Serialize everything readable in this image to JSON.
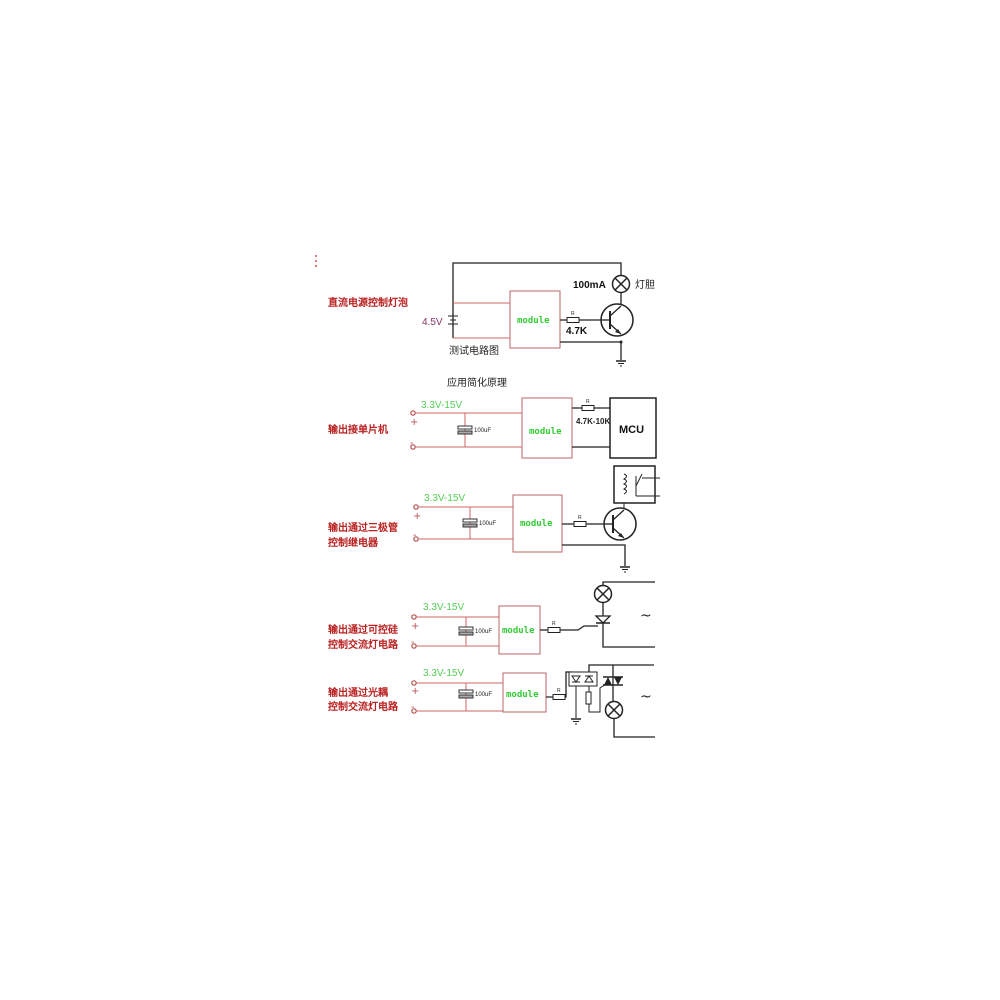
{
  "test_circuit": {
    "title_label": "直流电源控制灯泡",
    "voltage": "4.5V",
    "module_label": "module",
    "resistor_label": "R",
    "resistor_value": "4.7K",
    "lamp_current": "100mA",
    "lamp_label": "灯胆",
    "caption": "测试电路图"
  },
  "section_heading": "应用简化原理",
  "circuits": [
    {
      "label_lines": [
        "输出接单片机"
      ],
      "voltage": "3.3V-15V",
      "capacitor": "100uF",
      "module_label": "module",
      "resistor_label": "R",
      "resistor_value": "4.7K-10K",
      "load": "MCU",
      "plus": "+",
      "minus": "-"
    },
    {
      "label_lines": [
        "输出通过三极管",
        "控制继电器"
      ],
      "voltage": "3.3V-15V",
      "capacitor": "100uF",
      "module_label": "module",
      "resistor_label": "R",
      "plus": "+",
      "minus": "-"
    },
    {
      "label_lines": [
        "输出通过可控硅",
        "控制交流灯电路"
      ],
      "voltage": "3.3V-15V",
      "capacitor": "100uF",
      "module_label": "module",
      "resistor_label": "R",
      "ac_symbol": "~",
      "plus": "+",
      "minus": "-"
    },
    {
      "label_lines": [
        "输出通过光耦",
        "控制交流灯电路"
      ],
      "voltage": "3.3V-15V",
      "capacitor": "100uF",
      "module_label": "module",
      "resistor_label": "R",
      "ac_symbol": "~",
      "plus": "+",
      "minus": "-"
    }
  ]
}
